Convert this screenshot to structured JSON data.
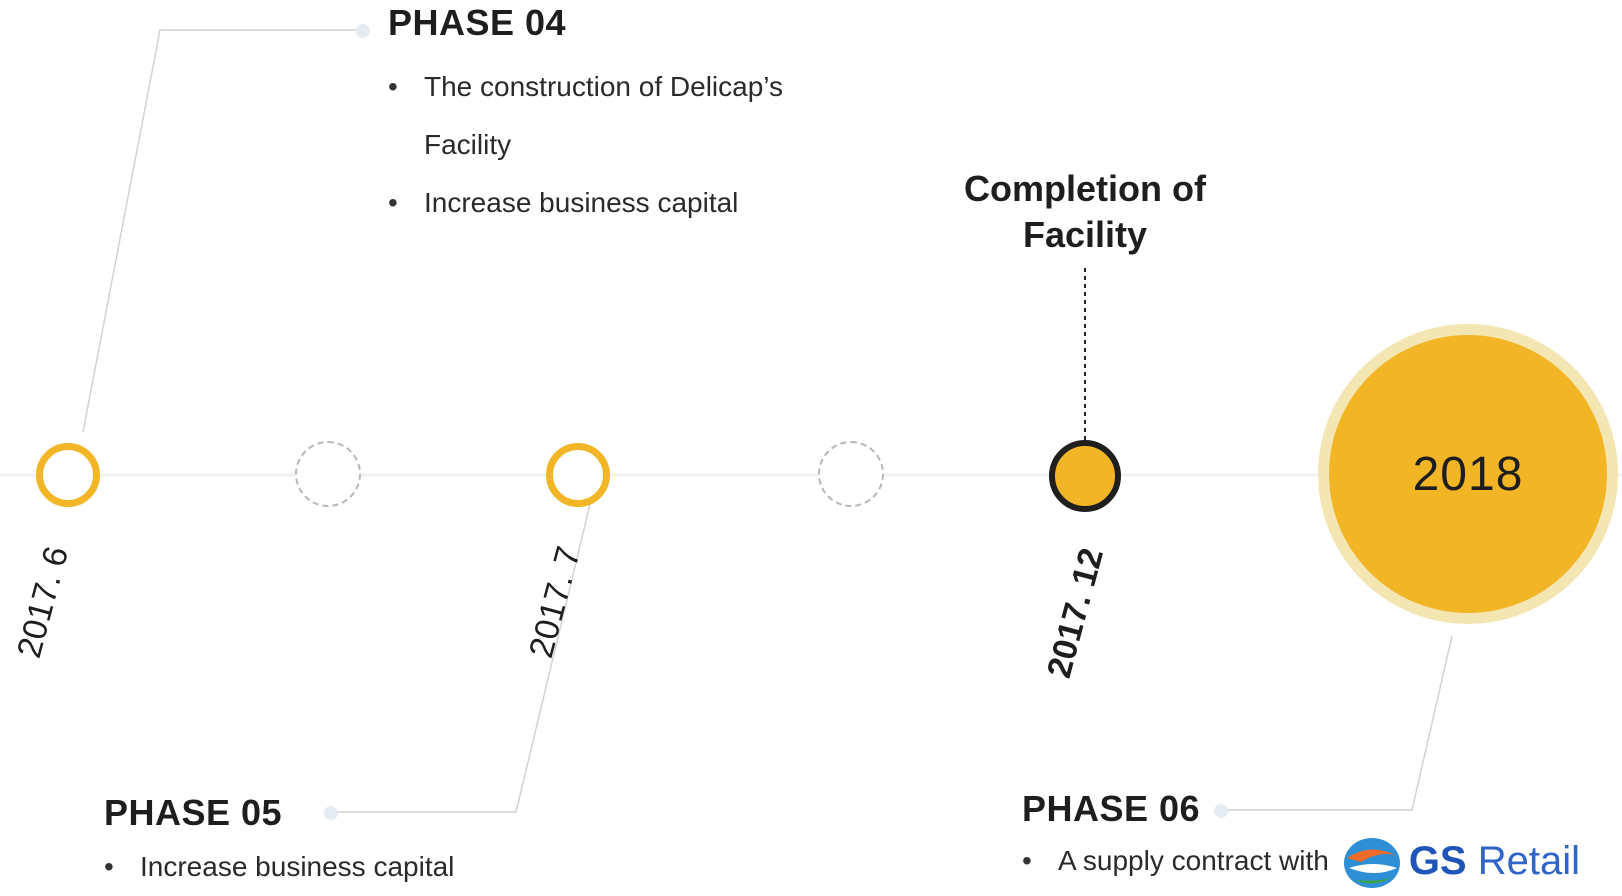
{
  "timeline": {
    "milestones": [
      {
        "date": "2017. 6"
      },
      {
        "date": "2017. 7"
      },
      {
        "date": "2017. 12"
      }
    ],
    "year_circle": "2018"
  },
  "phases": {
    "phase04": {
      "title": "PHASE 04",
      "bullets": [
        "The construction of Delicap’s Facility",
        "Increase business capital"
      ]
    },
    "phase05": {
      "title": "PHASE 05",
      "bullets": [
        "Increase business capital"
      ]
    },
    "phase06": {
      "title": "PHASE 06",
      "bullets": [
        "A supply contract with"
      ],
      "logo": {
        "brand": "GS",
        "name": "Retail"
      }
    }
  },
  "callout": {
    "line1": "Completion of",
    "line2": "Facility"
  },
  "colors": {
    "accent": "#f2b526",
    "accent_light": "#f3e6b3",
    "node_outline_dark": "#1f1f1f",
    "connector": "#cfcfcf"
  },
  "icons": [
    "gs-retail-logo-icon"
  ]
}
